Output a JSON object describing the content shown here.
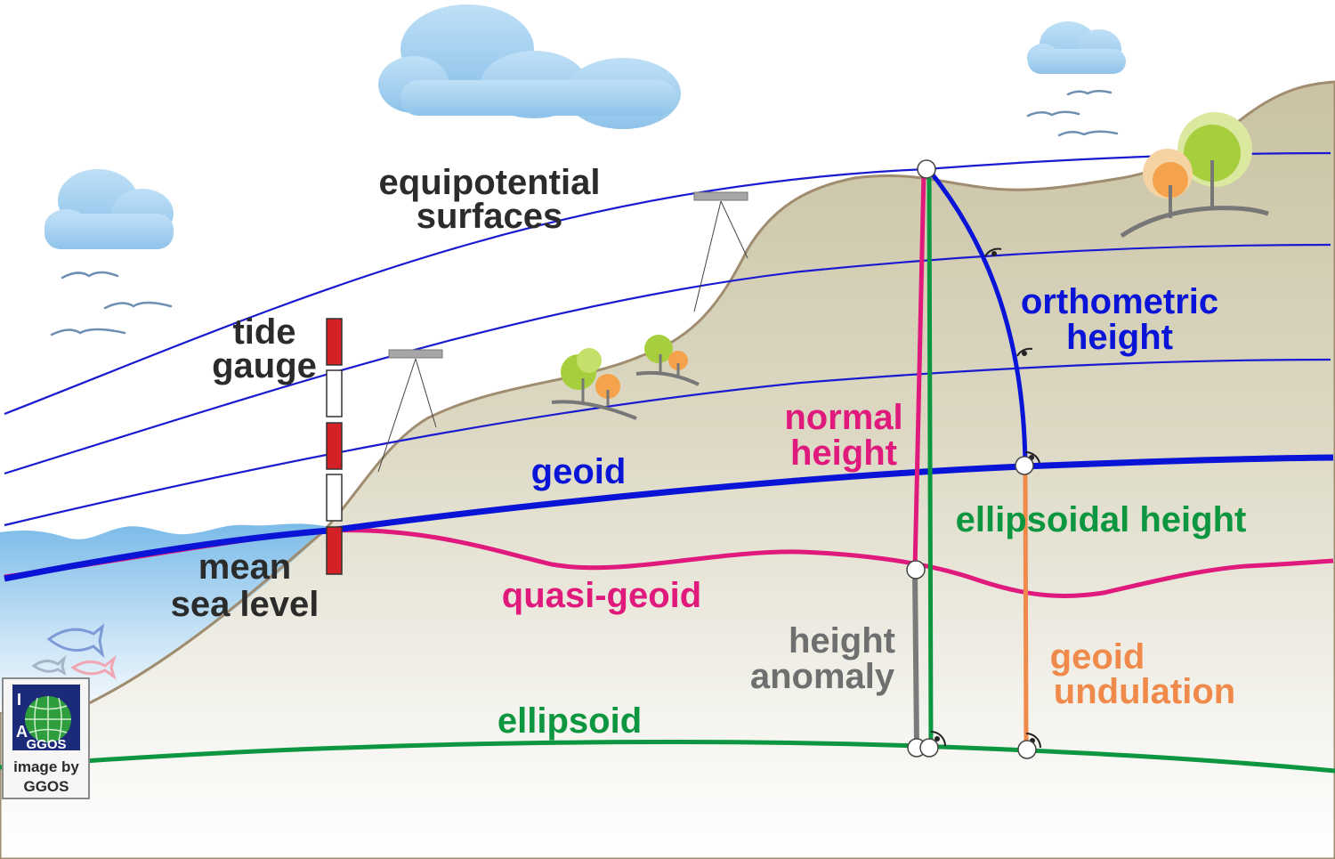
{
  "labels": {
    "equipotential_1": "equipotential",
    "equipotential_2": "surfaces",
    "tide_1": "tide",
    "tide_2": "gauge",
    "geoid": "geoid",
    "mean_1": "mean",
    "mean_2": "sea level",
    "quasi_geoid": "quasi-geoid",
    "ellipsoid": "ellipsoid",
    "normal_1": "normal",
    "normal_2": "height",
    "ortho_1": "orthometric",
    "ortho_2": "height",
    "ellipsoidal_height": "ellipsoidal height",
    "anomaly_1": "height",
    "anomaly_2": "anomaly",
    "undulation_1": "geoid",
    "undulation_2": "undulation"
  },
  "logo": {
    "letters_i": "I",
    "letters_a": "A",
    "name": "GGOS",
    "credit_1": "image by",
    "credit_2": "GGOS"
  },
  "colors": {
    "geoid": "#0a14d6",
    "equipotential": "#1a1ad0",
    "quasi_geoid": "#e0197d",
    "ellipsoid": "#0c9640",
    "orthometric": "#0a14d6",
    "normal_height": "#e0197d",
    "ellipsoidal_height": "#0c9640",
    "height_anomaly": "#7a7a7a",
    "geoid_undulation": "#f08a4b",
    "terrain": "#cfc9ad",
    "sea": "#8cc4ec",
    "text_dark": "#2b2b2b"
  }
}
